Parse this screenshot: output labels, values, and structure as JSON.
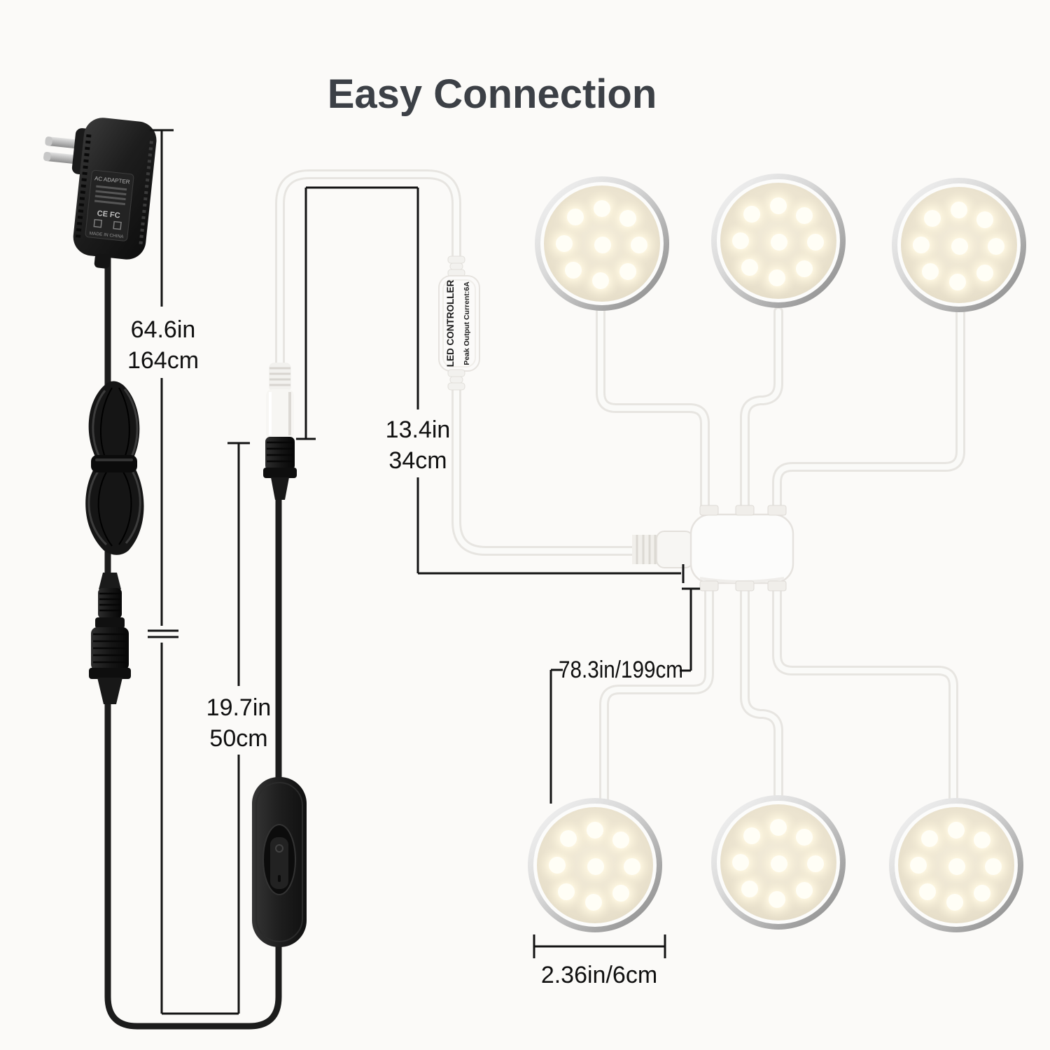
{
  "title": "Easy Connection",
  "dims": {
    "adapter": {
      "in": "64.6in",
      "cm": "164cm"
    },
    "switch": {
      "in": "19.7in",
      "cm": "50cm"
    },
    "controller": {
      "in": "13.4in",
      "cm": "34cm"
    },
    "total": {
      "label": "78.3in/199cm"
    },
    "puck": {
      "label": "2.36in/6cm"
    }
  },
  "controller": {
    "name": "LED CONTROLLER",
    "spec": "Peak Output Current:6A"
  },
  "adapter": {
    "label": "AC ADAPTER",
    "cert": "CE FC",
    "origin": "MADE IN CHINA"
  },
  "pucks": {
    "count": 6,
    "leds_per_puck": 9
  },
  "colors": {
    "background": "#fbfaf8",
    "title_text": "#3c4046",
    "dimension_text": "#101010",
    "cable_black": "#1c1c1c",
    "cable_white": "#f3f2ef",
    "puck_face": "#eae2cf",
    "led_glow": "#fffdf2",
    "rim_silver": "#b9b9b9"
  }
}
